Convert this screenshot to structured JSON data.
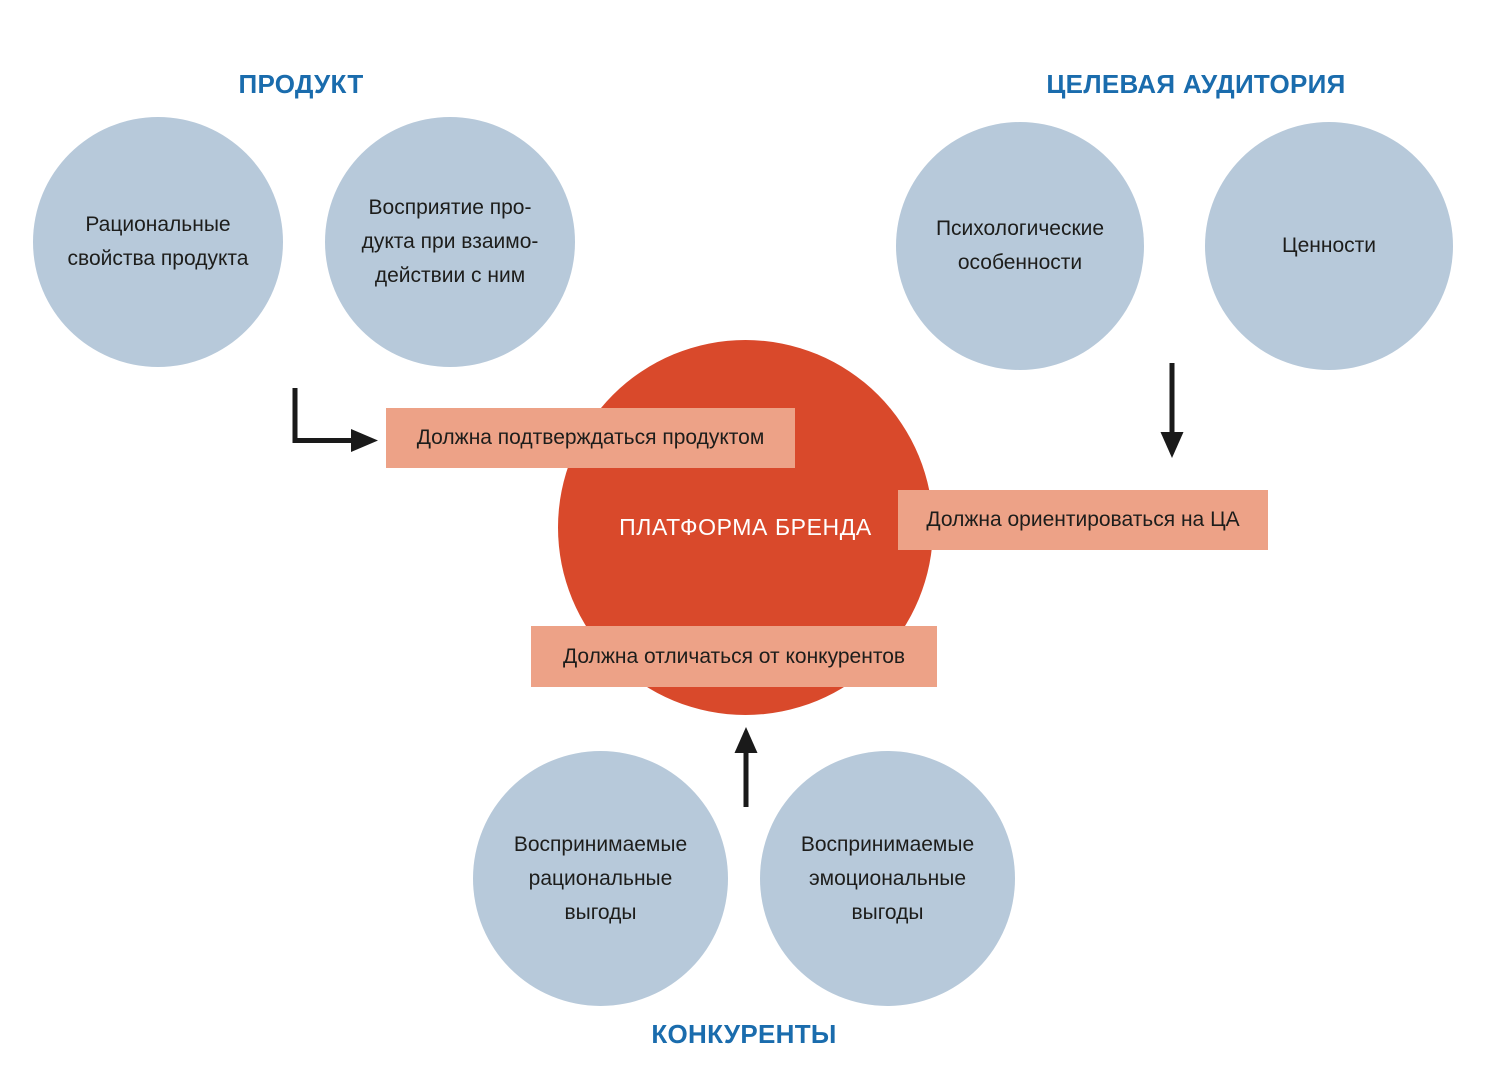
{
  "headers": {
    "product": "ПРОДУКТ",
    "audience": "ЦЕЛЕВАЯ АУДИТОРИЯ",
    "competitors": "КОНКУРЕНТЫ"
  },
  "center": {
    "label": "ПЛАТФОРМА БРЕНДА"
  },
  "circles": {
    "rational_properties": "Рациональные\nсвойства продукта",
    "product_perception": "Восприятие про-\nдукта при взаимо-\nдействии с ним",
    "psychological": "Психологические\nособенности",
    "values": "Ценности",
    "rational_benefits": "Воспринимаемые\nрациональные\nвыгоды",
    "emotional_benefits": "Воспринимаемые\nэмоциональные\nвыгоды"
  },
  "labels": {
    "confirm_product": "Должна подтверждаться продуктом",
    "target_audience": "Должна ориентироваться на ЦА",
    "differ_competitors": "Должна отличаться от конкурентов"
  },
  "colors": {
    "heading": "#1a6cad",
    "circle_fill": "#b7c9da",
    "center_fill": "#d9492b",
    "label_fill": "#eda287",
    "text": "#1d1d1b",
    "center_text": "#ffffff",
    "arrow": "#1a1a1a"
  }
}
